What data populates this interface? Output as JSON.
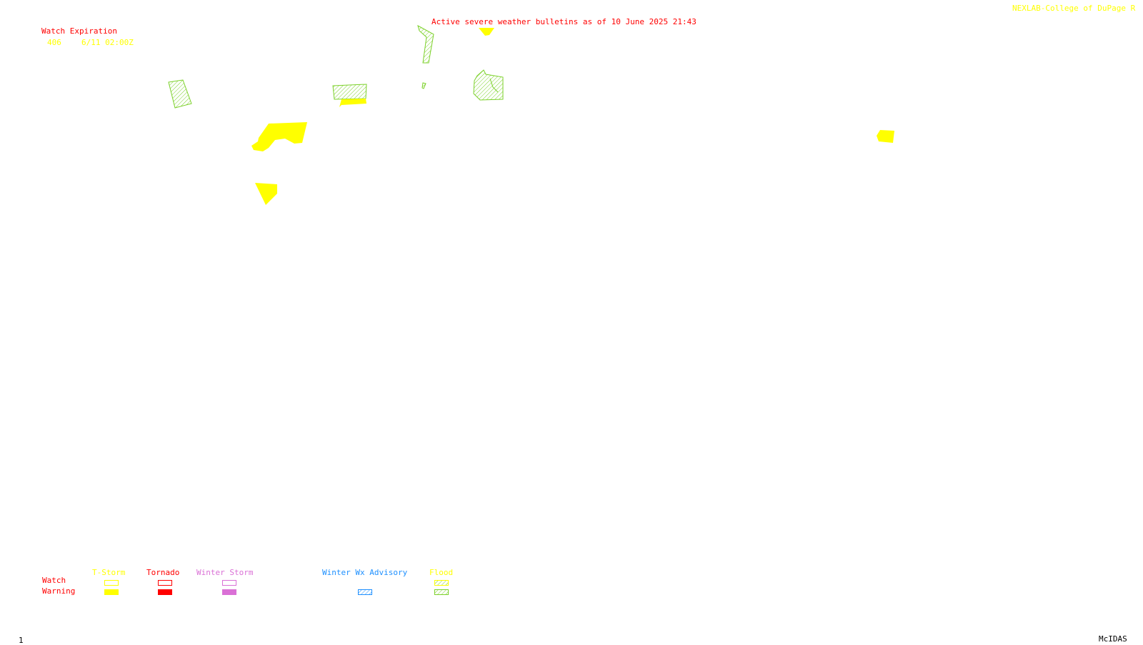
{
  "header": {
    "bulletin_title": "Active severe weather bulletins as of 10 June 2025 21:43",
    "credit": "NEXLAB-College of DuPage R"
  },
  "watch_expiration": {
    "heading": "Watch Expiration",
    "entries": [
      {
        "number": "406",
        "expires": "6/11 02:00Z"
      }
    ]
  },
  "legend": {
    "row_labels": {
      "watch": "Watch",
      "warning": "Warning"
    },
    "categories": [
      {
        "label": "T-Storm",
        "color": "#ffff00",
        "watch_style": "outline",
        "warning_style": "solid"
      },
      {
        "label": "Tornado",
        "color": "#ff0000",
        "watch_style": "outline",
        "warning_style": "solid"
      },
      {
        "label": "Winter Storm",
        "color": "#da70d6",
        "watch_style": "outline",
        "warning_style": "solid"
      },
      {
        "label": "Winter Wx Advisory",
        "color": "#1e90ff",
        "watch_style": "none",
        "warning_style": "hatched"
      },
      {
        "label": "Flood",
        "color": "#ffff00",
        "hatch_color": "#7cd12a",
        "watch_style": "hatched",
        "warning_style": "hatched"
      }
    ]
  },
  "footer": {
    "frame_number": "1",
    "software": "McIDAS"
  },
  "map_features": [
    {
      "type": "tstorm-warning",
      "color": "#ffff00"
    },
    {
      "type": "flood-warning",
      "color": "#7cd12a"
    }
  ]
}
